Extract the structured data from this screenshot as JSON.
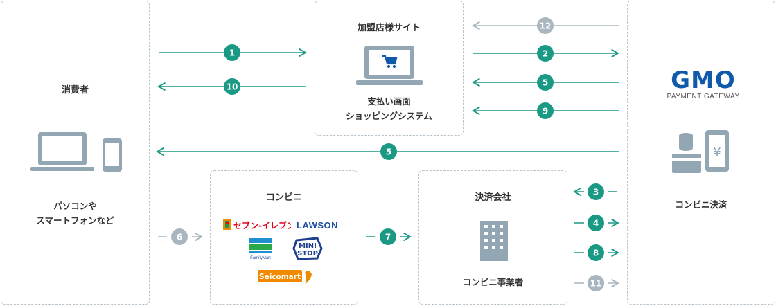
{
  "consumer": {
    "title": "消費者",
    "devices_label_line1": "パソコンや",
    "devices_label_line2": "スマートフォンなど"
  },
  "merchant": {
    "title": "加盟店様サイト",
    "label_line1": "支払い画面",
    "label_line2": "ショッピングシステム"
  },
  "gmo": {
    "logo_text": "GMO",
    "logo_sub": "PAYMENT GATEWAY",
    "label": "コンビニ決済"
  },
  "convenience": {
    "title": "コンビニ",
    "stores": [
      "セブン-イレブン",
      "LAWSON",
      "FamilyMart",
      "MINI STOP",
      "Seicomart"
    ]
  },
  "settlement": {
    "title": "決済会社",
    "label": "コンビニ事業者"
  },
  "steps": {
    "s1": "1",
    "s2": "2",
    "s3": "3",
    "s4": "4",
    "s5a": "5",
    "s5b": "5",
    "s6": "6",
    "s7": "7",
    "s8": "8",
    "s9": "9",
    "s10": "10",
    "s11": "11",
    "s12": "12"
  },
  "colors": {
    "teal": "#1a9985",
    "gray": "#a9b6bf",
    "device": "#93a6b3",
    "border": "#b6c3cc"
  }
}
